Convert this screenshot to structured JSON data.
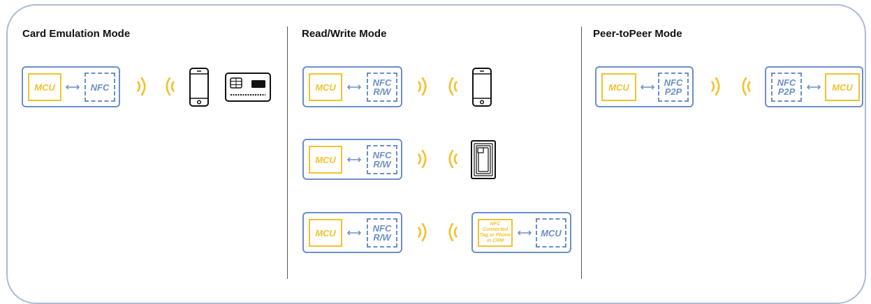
{
  "sections": {
    "card_emulation": {
      "title": "Card Emulation Mode"
    },
    "read_write": {
      "title": "Read/Write Mode"
    },
    "peer_to_peer": {
      "title": "Peer-toPeer Mode"
    }
  },
  "labels": {
    "mcu": "MCU",
    "nfc": "NFC",
    "rw": "R/W",
    "p2p": "P2P",
    "tag_lines": [
      "NFC",
      "Connected",
      "Tag or Phone",
      "in CRM"
    ]
  },
  "colors": {
    "frame": "#a9bcd6",
    "unit_border": "#6b8fc7",
    "mcu": "#f2c230",
    "wave": "#f2c230",
    "divider": "#555555"
  },
  "icons": {
    "wave_out": "radio-waves-right-icon",
    "wave_in": "radio-waves-left-icon",
    "phone": "smartphone-icon",
    "card": "smart-card-icon",
    "tag": "nfc-tag-icon",
    "arrow": "bidirectional-arrow-icon"
  }
}
